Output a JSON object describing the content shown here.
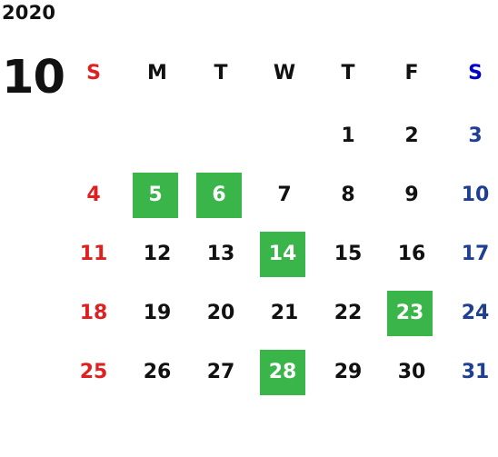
{
  "calendar": {
    "year": "2020",
    "month": "10",
    "weekdays": [
      "S",
      "M",
      "T",
      "W",
      "T",
      "F",
      "S"
    ],
    "days": [
      "1",
      "2",
      "3",
      "4",
      "5",
      "6",
      "7",
      "8",
      "9",
      "10",
      "11",
      "12",
      "13",
      "14",
      "15",
      "16",
      "17",
      "18",
      "19",
      "20",
      "21",
      "22",
      "23",
      "24",
      "25",
      "26",
      "27",
      "28",
      "29",
      "30",
      "31"
    ],
    "first_weekday_index": 4,
    "highlighted_days": [
      "5",
      "6",
      "14",
      "23",
      "28"
    ],
    "colors": {
      "sunday": "#e02020",
      "saturday_header": "#0000cc",
      "saturday": "#1f3f94",
      "weekday": "#111111",
      "highlight_bg": "#3ab54a",
      "highlight_text": "#ffffff"
    }
  }
}
